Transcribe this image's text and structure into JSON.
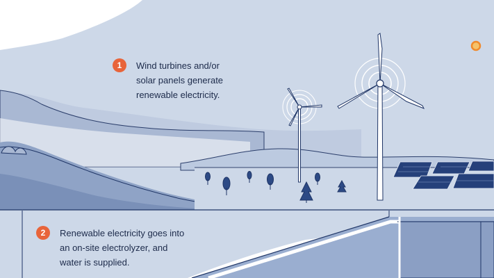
{
  "steps": [
    {
      "number": "1",
      "lines": [
        "Wind turbines and/or",
        "solar panels generate",
        "renewable electricity."
      ]
    },
    {
      "number": "2",
      "lines": [
        "Renewable electricity goes into",
        "an on-site electrolyzer, and",
        "water is supplied."
      ]
    }
  ],
  "colors": {
    "sky": "#cdd8e8",
    "navy": "#1f3566",
    "mountain_light": "#b6c4db",
    "mountain_mid": "#8fa3c6",
    "badge": "#e8643a",
    "sun": "#f08a2c"
  },
  "icons": [
    "sun-icon",
    "wind-turbine-icon",
    "solar-panel-icon",
    "tree-icon"
  ]
}
